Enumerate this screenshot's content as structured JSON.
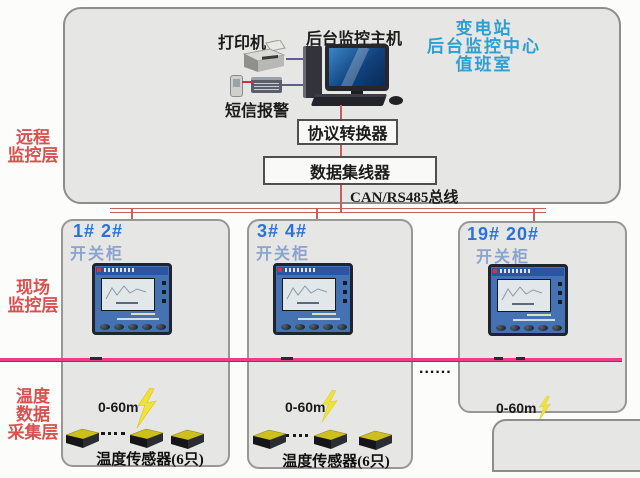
{
  "title_lines": [
    "变电站",
    "后台监控中心",
    "值班室"
  ],
  "header": {
    "printer": "打印机",
    "host": "后台监控主机",
    "sms": "短信报警",
    "protocol_converter": "协议转换器",
    "data_hub": "数据集线器",
    "bus": "CAN/RS485总线"
  },
  "layers": {
    "remote": [
      "远程",
      "监控层"
    ],
    "field": [
      "现场",
      "监控层"
    ],
    "acquisition": [
      "温度",
      "数据",
      "采集层"
    ]
  },
  "cabinets": [
    {
      "id": "1# 2#",
      "name": "开关柜",
      "range": "0-60m",
      "sensors": "温度传感器(6只)"
    },
    {
      "id": "3#  4#",
      "name": "开关柜",
      "range": "0-60m",
      "sensors": "温度传感器(6只)"
    },
    {
      "id": "19#  20#",
      "name": "开关柜",
      "range": "0-60m"
    }
  ],
  "ellipsis": "......",
  "colors": {
    "title_blue": "#2e9fd2",
    "cabinet_id_blue": "#2b72d8",
    "cabinet_name_blue": "#8ba3cf",
    "layer_red": "#d9504f",
    "wire_red": "#c4605f",
    "temp_bus_pink": "#ee3d8c",
    "panel_gray": "#e6e6e4",
    "lightning_yellow": "#f0e23a"
  }
}
